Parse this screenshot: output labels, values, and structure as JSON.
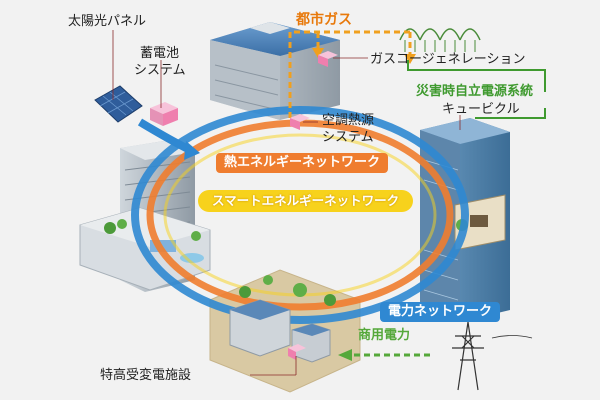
{
  "labels": {
    "solar_panel": "太陽光パネル",
    "storage_line1": "蓄電池",
    "storage_line2": "システム",
    "city_gas": "都市ガス",
    "cogeneration": "ガスコージェネレーション",
    "disaster_power": "災害時自立電源系統",
    "cubicle": "キュービクル",
    "hvac_line1": "空調熱源",
    "hvac_line2": "システム",
    "heat_network": "熱エネルギーネットワーク",
    "smart_network": "スマートエネルギーネットワーク",
    "power_network": "電力ネットワーク",
    "commercial_power": "商用電力",
    "substation": "特高受変電施設"
  },
  "colors": {
    "heat": "#ef7d2f",
    "power": "#2f88d2",
    "smart": "#f7d21c",
    "gas_dash": "#f0a01e",
    "green": "#3f9a2f",
    "marker": "#f08fc0"
  }
}
